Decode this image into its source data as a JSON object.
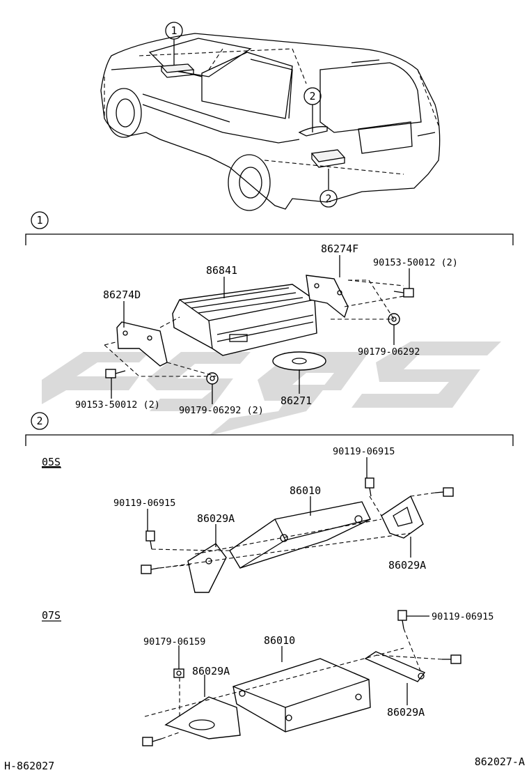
{
  "diagram": {
    "callouts": {
      "vehicle_1": "1",
      "vehicle_2a": "2",
      "vehicle_2b": "2",
      "section_1": "1",
      "section_2": "2"
    },
    "section1": {
      "p86841": "86841",
      "p86274D": "86274D",
      "p86274F": "86274F",
      "bolt_left": "90153-50012 (2)",
      "bolt_right": "90153-50012 (2)",
      "nut_left": "90179-06292 (2)",
      "nut_right": "90179-06292",
      "disc": "86271"
    },
    "section2": {
      "variant_05s": "05S",
      "variant_07s": "07S",
      "a": {
        "bolt_top": "90119-06915",
        "bolt_left": "90119-06915",
        "amp": "86010",
        "bracket_left": "86029A",
        "bracket_right": "86029A"
      },
      "b": {
        "bolt_right": "90119-06915",
        "nut_left": "90179-06159",
        "amp": "86010",
        "bracket_left": "86029A",
        "bracket_right": "86029A"
      }
    },
    "footer": {
      "left_code": "H-862027",
      "right_code": "862027-A"
    }
  }
}
